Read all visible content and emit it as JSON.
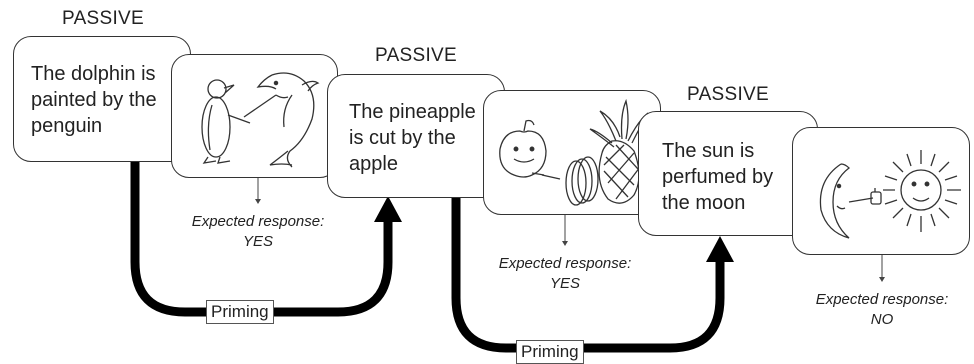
{
  "trials": [
    {
      "heading": "PASSIVE",
      "sentence": "The dolphin is\npainted by the\npenguin",
      "picture_icon": "penguin-painting-dolphin",
      "expected_label": "Expected response:",
      "expected_value": "YES"
    },
    {
      "heading": "PASSIVE",
      "sentence": "The pineapple\nis cut by the\napple",
      "picture_icon": "apple-cutting-pineapple",
      "expected_label": "Expected response:",
      "expected_value": "YES"
    },
    {
      "heading": "PASSIVE",
      "sentence": "The sun is\nperfumed by\nthe moon",
      "picture_icon": "moon-perfuming-sun",
      "expected_label": "Expected response:",
      "expected_value": "NO"
    }
  ],
  "priming": [
    {
      "label": "Priming"
    },
    {
      "label": "Priming"
    }
  ],
  "colors": {
    "arrow": "#000000",
    "outline": "#333333"
  }
}
